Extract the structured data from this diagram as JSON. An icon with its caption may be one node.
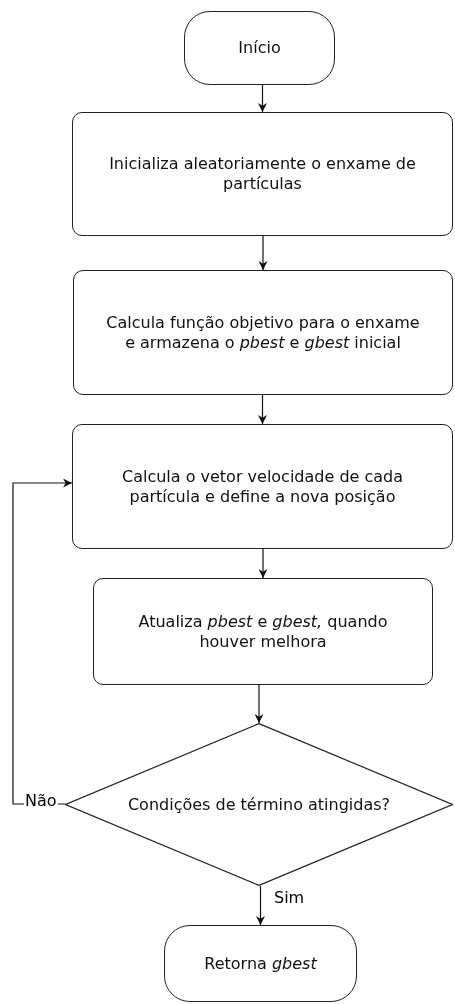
{
  "diagram": {
    "nodes": [
      {
        "text": [
          "Início"
        ]
      },
      {
        "text": [
          "Inicializa aleatoriamente o enxame de partículas"
        ]
      },
      {
        "text": [
          "Calcula função objetivo para o enxame e armazena o *pbest* e *gbest* inicial"
        ]
      },
      {
        "text": [
          "Calcula o vetor velocidade de cada partícula e define a nova posição"
        ]
      },
      {
        "text": [
          "Atualiza *pbest* e *gbest,* quando houver melhora"
        ]
      },
      {
        "text": [
          "Condições de término atingidas?"
        ]
      },
      {
        "text": [
          "Retorna *gbest*"
        ]
      }
    ],
    "edges": [
      {
        "from": 0,
        "to": 1,
        "arrow": "to"
      },
      {
        "from": 1,
        "to": 2,
        "arrow": "to"
      },
      {
        "from": 2,
        "to": 3,
        "arrow": "to"
      },
      {
        "from": 3,
        "to": 4,
        "arrow": "to"
      },
      {
        "from": 4,
        "to": 5,
        "arrow": "to"
      },
      {
        "from": 5,
        "to": 6,
        "label": "Sim",
        "arrow": "to"
      },
      {
        "from": 5,
        "to": 3,
        "label": "Não",
        "arrow": "to"
      }
    ]
  }
}
